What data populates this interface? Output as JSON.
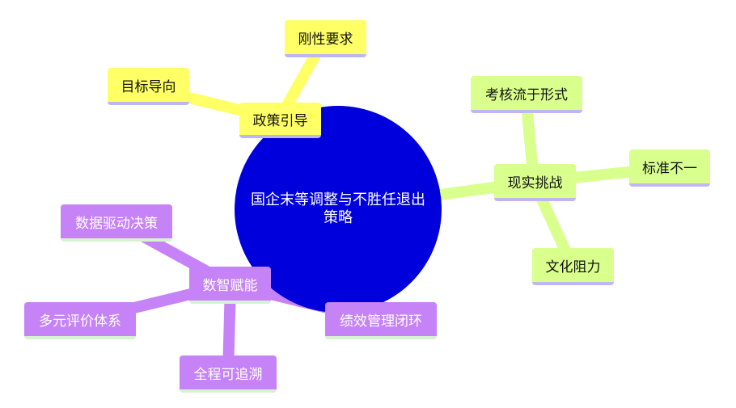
{
  "root": {
    "label": "国企末等调整与不胜任退出\n策略",
    "color": "#0000dd"
  },
  "branches": {
    "policy": {
      "label": "政策引导",
      "color": "#ffff66",
      "children": [
        "刚性要求",
        "目标导向"
      ]
    },
    "reality": {
      "label": "现实挑战",
      "color": "#d9ff8c",
      "children": [
        "考核流于形式",
        "标准不一",
        "文化阻力"
      ]
    },
    "digital": {
      "label": "数智赋能",
      "color": "#c583f7",
      "children": [
        "数据驱动决策",
        "多元评价体系",
        "全程可追溯",
        "绩效管理闭环"
      ]
    }
  }
}
